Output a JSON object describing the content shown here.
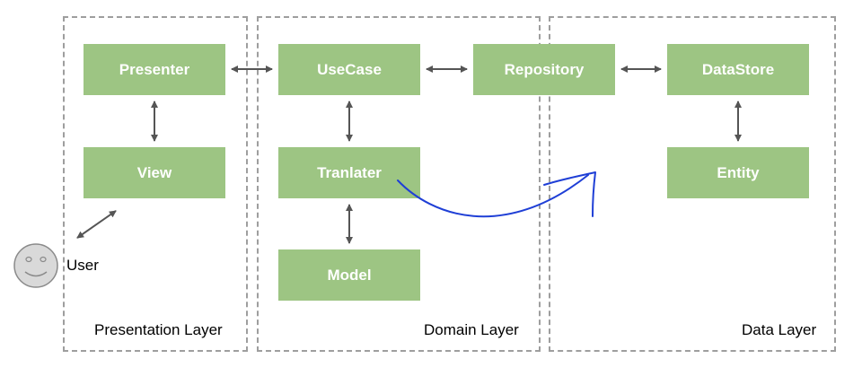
{
  "layers": {
    "presentation": "Presentation Layer",
    "domain": "Domain Layer",
    "data": "Data Layer"
  },
  "boxes": {
    "presenter": "Presenter",
    "view": "View",
    "usecase": "UseCase",
    "tranlater": "Tranlater",
    "model": "Model",
    "repository": "Repository",
    "datastore": "DataStore",
    "entity": "Entity"
  },
  "user": {
    "label": "User",
    "icon": "smiley-face-icon"
  },
  "colors": {
    "box_fill": "#9dc583",
    "box_text": "#ffffff",
    "dashed_border": "#9e9e9e",
    "arrow": "#555555",
    "hand_drawn": "#1f3fd6"
  }
}
